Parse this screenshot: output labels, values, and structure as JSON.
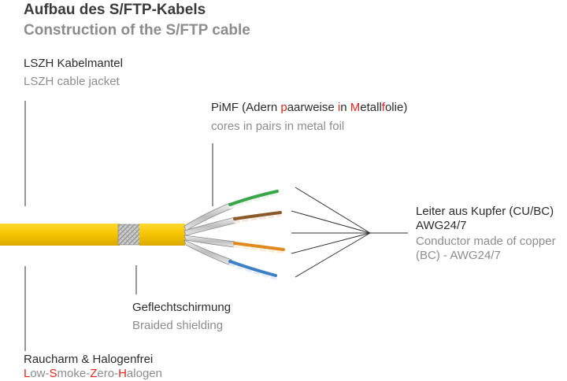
{
  "title": {
    "de": "Aufbau des S/FTP-Kabels",
    "en": "Construction of the S/FTP cable"
  },
  "labels": {
    "jacket": {
      "de": "LSZH Kabelmantel",
      "en": "LSZH cable jacket"
    },
    "pimf": {
      "de_parts": [
        "PiMF (Adern ",
        "p",
        "aarweise ",
        "i",
        "n ",
        "M",
        "etall",
        "f",
        "olie)"
      ],
      "en": "cores in pairs in metal foil"
    },
    "conductor": {
      "de_line1": "Leiter aus Kupfer (CU/BC)",
      "de_line2": "AWG24/7",
      "en_line1": "Conductor made of copper",
      "en_line2": "(BC) - AWG24/7"
    },
    "braid": {
      "de": "Geflechtschirmung",
      "en": "Braided shielding"
    },
    "lszh": {
      "de": "Raucharm & Halogenfrei",
      "en_parts": [
        "L",
        "ow-",
        "S",
        "moke-",
        "Z",
        "ero-",
        "H",
        "alogen"
      ]
    }
  },
  "colors": {
    "jacket": "#f5c400",
    "highlight": "#e2261b",
    "pairs": [
      "#3aa64a",
      "#8b5a2b",
      "#e08a1e",
      "#3f7fc4"
    ]
  }
}
